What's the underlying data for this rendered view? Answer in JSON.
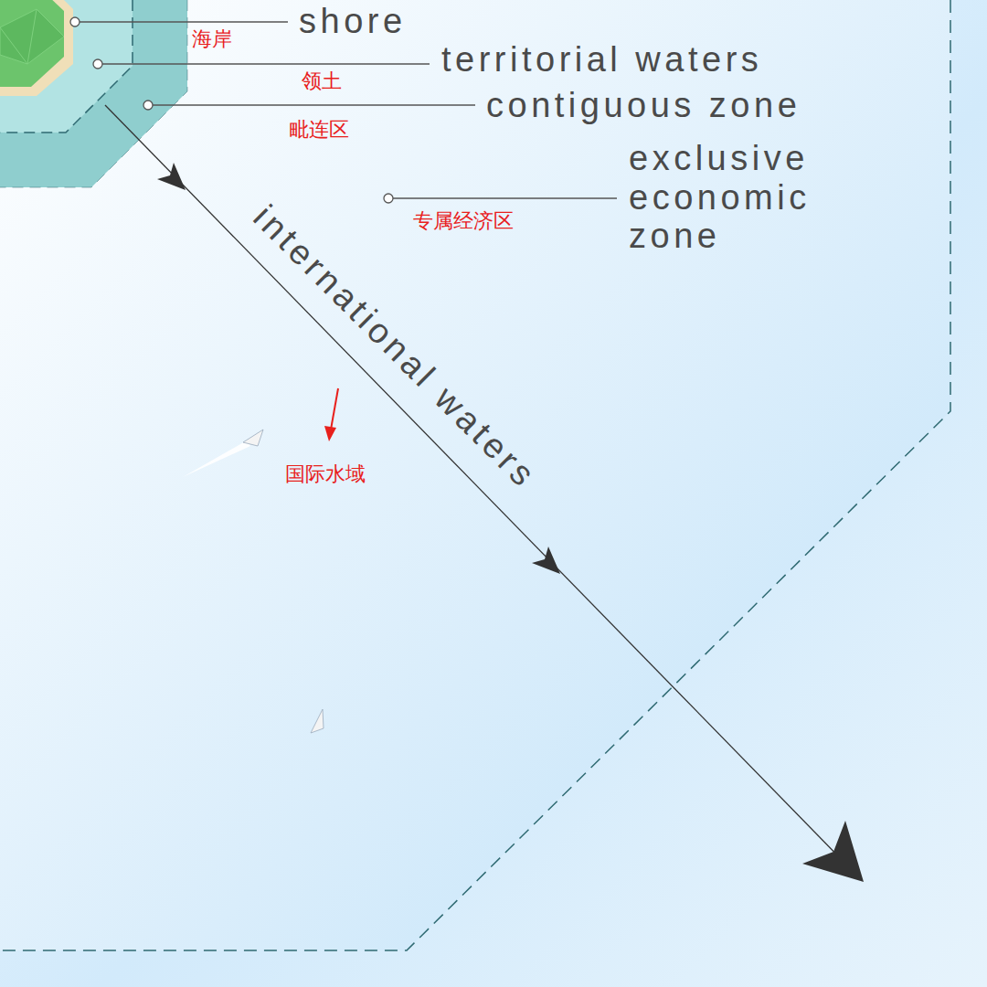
{
  "diagram": {
    "labels": [
      "shore",
      "海岸",
      "territorial waters",
      "领土",
      "contiguous zone",
      "毗连区",
      "exclusive economic zone",
      "专属经济区",
      "international waters",
      "国际水域"
    ]
  }
}
